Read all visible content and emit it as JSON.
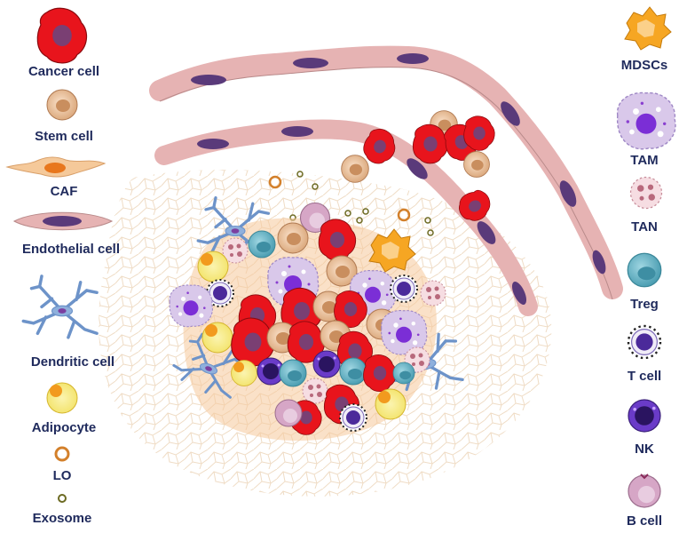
{
  "legend_left": [
    {
      "name": "cancer-cell",
      "label": "Cancer cell"
    },
    {
      "name": "stem-cell",
      "label": "Stem cell"
    },
    {
      "name": "caf",
      "label": "CAF"
    },
    {
      "name": "endothelial-cell",
      "label": "Endothelial  cell"
    },
    {
      "name": "dendritic-cell",
      "label": "Dendritic cell"
    },
    {
      "name": "adipocyte",
      "label": "Adipocyte"
    },
    {
      "name": "lo",
      "label": "LO"
    },
    {
      "name": "exosome",
      "label": "Exosome"
    }
  ],
  "legend_right": [
    {
      "name": "mdscs",
      "label": "MDSCs"
    },
    {
      "name": "tam",
      "label": "TAM"
    },
    {
      "name": "tan",
      "label": "TAN"
    },
    {
      "name": "treg",
      "label": "Treg"
    },
    {
      "name": "t-cell",
      "label": "T cell"
    },
    {
      "name": "nk",
      "label": "NK"
    },
    {
      "name": "b-cell",
      "label": "B cell"
    }
  ],
  "colors": {
    "label_text": "#1f2a5c",
    "cancer_red": "#e8141c",
    "cancer_nucleus": "#7a3f73",
    "stem_tan": "#e7b98e",
    "caf_orange": "#f5c99a",
    "endothelial_pink": "#e6b3b3",
    "endothelial_nucleus": "#5a3a7a",
    "dendritic_blue": "#6d93c9",
    "adipocyte_yellow": "#f3e36a",
    "lo_orange": "#d3802b",
    "exosome_olive": "#6c6a22",
    "mdsc_orange": "#f6a623",
    "tam_lilac": "#d9c8ea",
    "tan_pink": "#f6dde2",
    "treg_teal": "#5fb3c6",
    "t_cell_violet": "#4b2a9a",
    "nk_purple": "#6a3bc8",
    "b_cell_mauve": "#d6a6c6",
    "matrix_beige": "#efdcc5"
  }
}
